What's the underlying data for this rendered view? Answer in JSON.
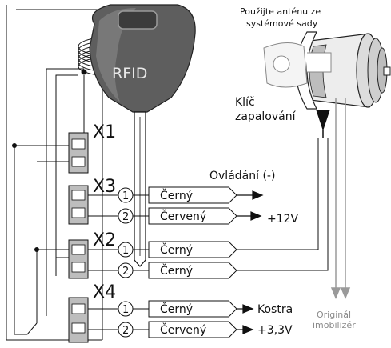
{
  "key": {
    "chip_label": "RFID"
  },
  "antenna_note": {
    "line1": "Použijte anténu ze",
    "line2": "systémové sady"
  },
  "ignition": {
    "line1": "Klíč",
    "line2": "zapalování"
  },
  "connectors": {
    "x1": "X1",
    "x3": "X3",
    "x2": "X2",
    "x4": "X4"
  },
  "pins": {
    "x3_p1": "1",
    "x3_p2": "2",
    "x2_p1": "1",
    "x2_p2": "2",
    "x4_p1": "1",
    "x4_p2": "2"
  },
  "wires": {
    "x3_p1": "Černý",
    "x3_p2": "Červený",
    "x2_p1": "Černý",
    "x2_p2": "Černý",
    "x4_p1": "Černý",
    "x4_p2": "Červený"
  },
  "signals": {
    "control": "Ovládání (-)",
    "plus12": "+12V",
    "ground": "Kostra",
    "plus33": "+3,3V"
  },
  "immobilizer": {
    "line1": "Originál",
    "line2": "imobilizér"
  },
  "colors": {
    "line": "#111111",
    "grey": "#9a9a9a",
    "key_body": "#5a5a5a",
    "barrel_shade": "#bdbdbd"
  }
}
